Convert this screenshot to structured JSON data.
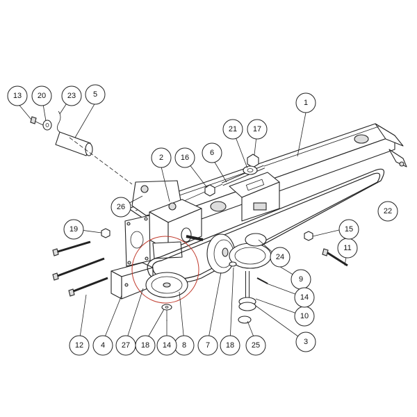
{
  "callouts": [
    {
      "id": "c1",
      "label": "1"
    },
    {
      "id": "c2",
      "label": "2"
    },
    {
      "id": "c3",
      "label": "3"
    },
    {
      "id": "c4",
      "label": "4"
    },
    {
      "id": "c5",
      "label": "5"
    },
    {
      "id": "c6",
      "label": "6"
    },
    {
      "id": "c7",
      "label": "7"
    },
    {
      "id": "c8",
      "label": "8"
    },
    {
      "id": "c9",
      "label": "9"
    },
    {
      "id": "c10",
      "label": "10"
    },
    {
      "id": "c11",
      "label": "11"
    },
    {
      "id": "c12",
      "label": "12"
    },
    {
      "id": "c13",
      "label": "13"
    },
    {
      "id": "c14a",
      "label": "14"
    },
    {
      "id": "c14b",
      "label": "14"
    },
    {
      "id": "c15",
      "label": "15"
    },
    {
      "id": "c16",
      "label": "16"
    },
    {
      "id": "c17",
      "label": "17"
    },
    {
      "id": "c18a",
      "label": "18"
    },
    {
      "id": "c18b",
      "label": "18"
    },
    {
      "id": "c19",
      "label": "19"
    },
    {
      "id": "c20",
      "label": "20"
    },
    {
      "id": "c21",
      "label": "21"
    },
    {
      "id": "c22",
      "label": "22"
    },
    {
      "id": "c23",
      "label": "23"
    },
    {
      "id": "c24",
      "label": "24"
    },
    {
      "id": "c25",
      "label": "25"
    },
    {
      "id": "c26",
      "label": "26"
    },
    {
      "id": "c27",
      "label": "27"
    }
  ]
}
